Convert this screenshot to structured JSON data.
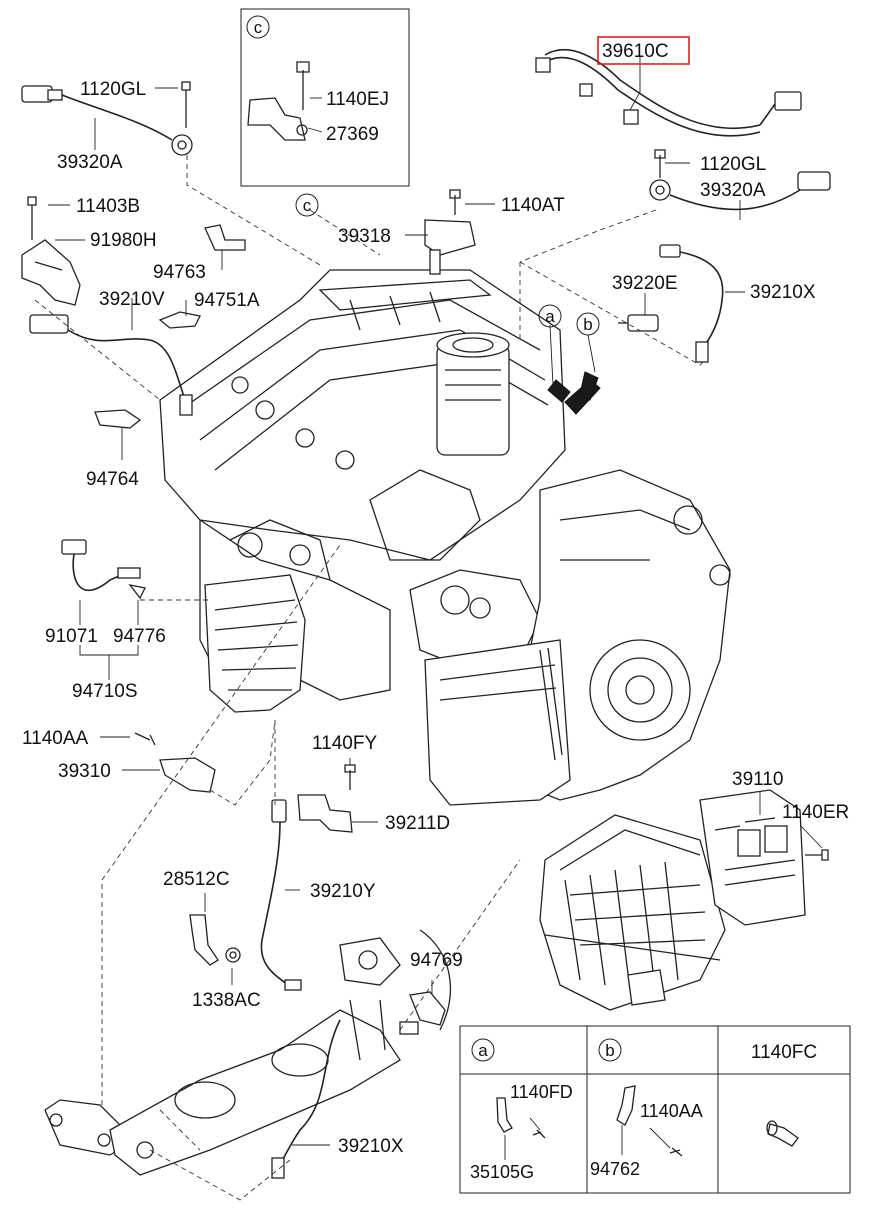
{
  "labels": {
    "l1120GL_a": "1120GL",
    "l39320A_a": "39320A",
    "l11403B": "11403B",
    "l91980H": "91980H",
    "l94763": "94763",
    "l94751A": "94751A",
    "l39210V": "39210V",
    "l94764": "94764",
    "l91071": "91071",
    "l94776": "94776",
    "l94710S": "94710S",
    "l1140AA_a": "1140AA",
    "l39310": "39310",
    "l1140FY": "1140FY",
    "l39211D": "39211D",
    "l28512C": "28512C",
    "l39210Y": "39210Y",
    "l1338AC": "1338AC",
    "l94769": "94769",
    "l39210X_b": "39210X",
    "l1140EJ": "1140EJ",
    "l27369": "27369",
    "l39610C": "39610C",
    "l1120GL_b": "1120GL",
    "l39320A_b": "39320A",
    "l1140AT": "1140AT",
    "l39318": "39318",
    "l39220E": "39220E",
    "l39210X_a": "39210X",
    "l39110": "39110",
    "l1140ER": "1140ER"
  },
  "callouts": {
    "c_top": "c",
    "c_mid": "c",
    "a_engine": "a",
    "b_engine": "b"
  },
  "detail_table": {
    "col_a_key": "a",
    "col_b_key": "b",
    "col_c_title": "1140FC",
    "a_part1": "1140FD",
    "a_part2": "35105G",
    "b_part1": "1140AA",
    "b_part2": "94762"
  },
  "colors": {
    "highlight": "#e02020",
    "line": "#222222"
  }
}
